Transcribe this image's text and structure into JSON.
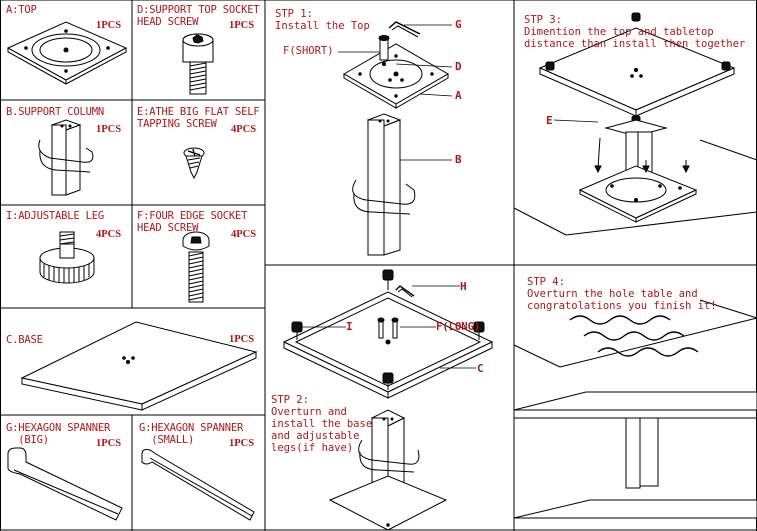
{
  "parts": {
    "a_top": {
      "label": "A:TOP",
      "qty": "1PCS"
    },
    "d_socket_screw": {
      "label": "D:SUPPORT TOP SOCKET\nHEAD SCREW",
      "qty": "1PCS"
    },
    "b_column": {
      "label": "B.SUPPORT COLUMN",
      "qty": "1PCS"
    },
    "e_flat_screw": {
      "label": "E:ATHE BIG FLAT SELF\nTAPPING SCREW",
      "qty": "4PCS"
    },
    "i_leg": {
      "label": "I:ADJUSTABLE LEG",
      "qty": "4PCS"
    },
    "f_four_edge_screw": {
      "label": "F:FOUR EDGE SOCKET\nHEAD SCREW",
      "qty": "4PCS"
    },
    "c_base": {
      "label": "C.BASE",
      "qty": "1PCS"
    },
    "g_spanner_big": {
      "label": "G:HEXAGON SPANNER\n  (BIG)",
      "qty": "1PCS"
    },
    "h_spanner_small": {
      "label": "G:HEXAGON SPANNER\n  (SMALL)",
      "qty": "1PCS"
    }
  },
  "steps": {
    "step1": {
      "text": "STP 1:\nInstall the Top",
      "callouts": {
        "g": "G",
        "f_short": "F(SHORT)",
        "d": "D",
        "a": "A",
        "b": "B"
      }
    },
    "step2": {
      "text": "STP 2:\nOverturn and\ninstall the base\nand adjustable\nlegs(if have)",
      "callouts": {
        "h": "H",
        "i": "I",
        "f_long": "F(LONG)",
        "c": "C"
      }
    },
    "step3": {
      "text": "STP 3:\nDimention the top and tabletop\ndistance than install then together",
      "callouts": {
        "e": "E"
      }
    },
    "step4": {
      "text": "STP 4:\nOverturn the hole table and\ncongratolations you finish it!"
    }
  },
  "colors": {
    "label_red": "#b01818",
    "line": "#000000",
    "paper": "#ffffff"
  }
}
